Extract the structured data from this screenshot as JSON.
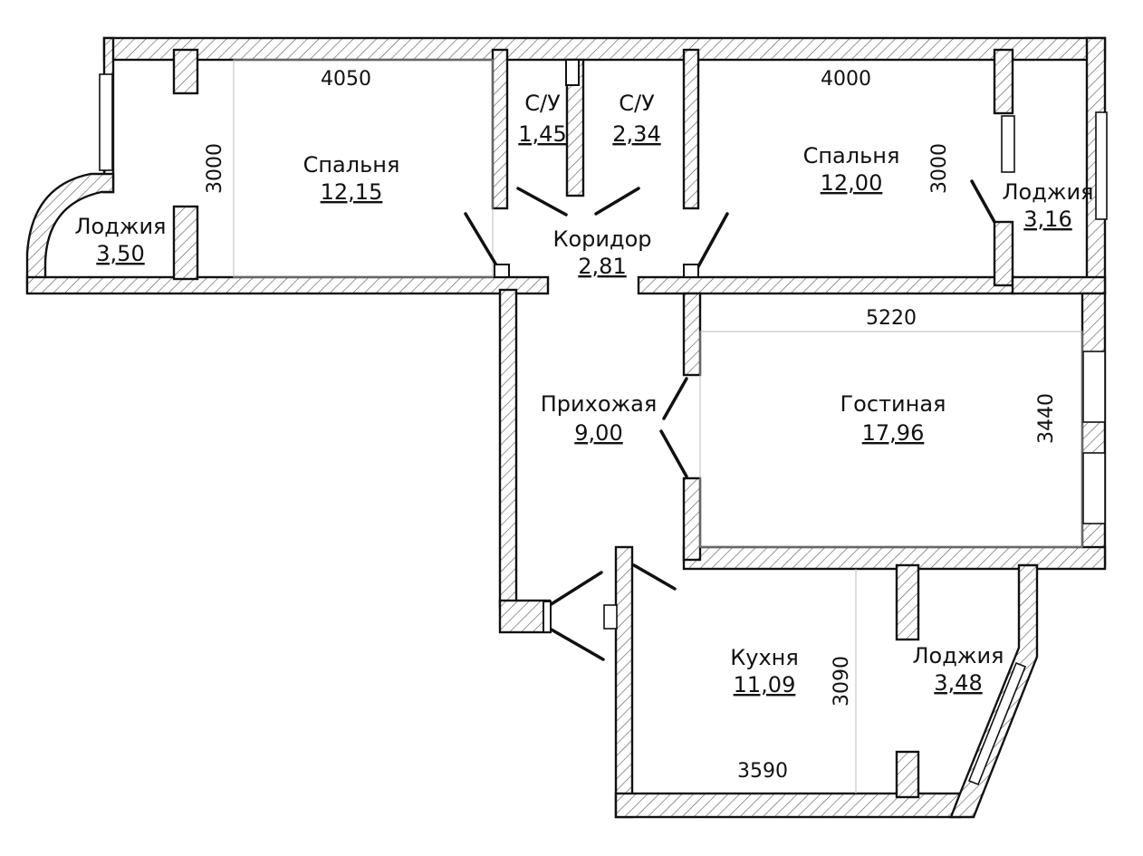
{
  "rooms": {
    "bedroom_left": {
      "name": "Спальня",
      "area": "12,15"
    },
    "bedroom_right": {
      "name": "Спальня",
      "area": "12,00"
    },
    "wc_1": {
      "name": "С/У",
      "area": "1,45"
    },
    "wc_2": {
      "name": "С/У",
      "area": "2,34"
    },
    "corridor": {
      "name": "Коридор",
      "area": "2,81"
    },
    "loggia_left": {
      "name": "Лоджия",
      "area": "3,50"
    },
    "loggia_right": {
      "name": "Лоджия",
      "area": "3,16"
    },
    "hallway": {
      "name": "Прихожая",
      "area": "9,00"
    },
    "living": {
      "name": "Гостиная",
      "area": "17,96"
    },
    "kitchen": {
      "name": "Кухня",
      "area": "11,09"
    },
    "loggia_kitchen": {
      "name": "Лоджия",
      "area": "3,48"
    }
  },
  "dimensions": {
    "bedroom_left_width": "4050",
    "bedroom_left_depth": "3000",
    "bedroom_right_width": "4000",
    "bedroom_right_depth": "3000",
    "living_width": "5220",
    "living_depth": "3440",
    "kitchen_width": "3590",
    "kitchen_depth": "3090"
  },
  "colors": {
    "line": "#111111",
    "hatch": "#555555",
    "background": "#ffffff"
  }
}
